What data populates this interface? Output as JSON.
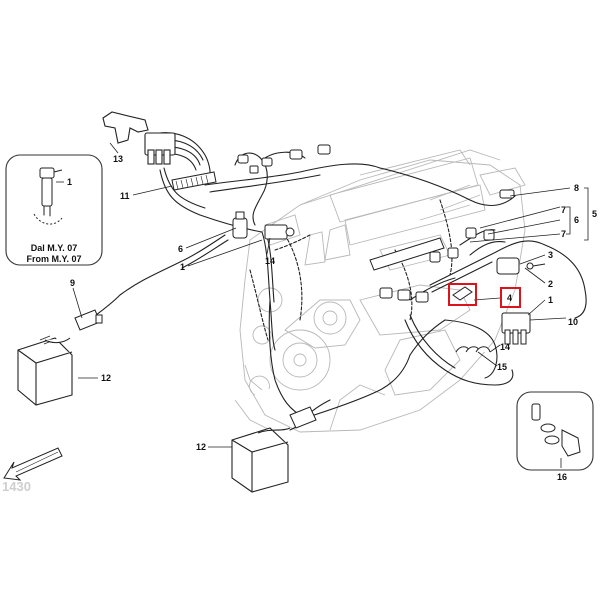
{
  "inset_left": {
    "line1": "Dal M.Y. 07",
    "line2": "From M.Y. 07",
    "part_number": "1"
  },
  "callouts": {
    "c13": "13",
    "c11": "11",
    "c6_left": "6",
    "c1_left": "1",
    "c14": "14",
    "c9": "9",
    "c12_left": "12",
    "c12_bottom": "12",
    "c8": "8",
    "c7_top": "7",
    "c6_right": "6",
    "c7_bottom": "7",
    "c5": "5",
    "c3": "3",
    "c2": "2",
    "c4": "4",
    "c1_right": "1",
    "c10": "10",
    "c14_right": "14",
    "c15": "15",
    "c16": "16"
  },
  "watermark": "1430",
  "highlight_color": "#d9141c"
}
